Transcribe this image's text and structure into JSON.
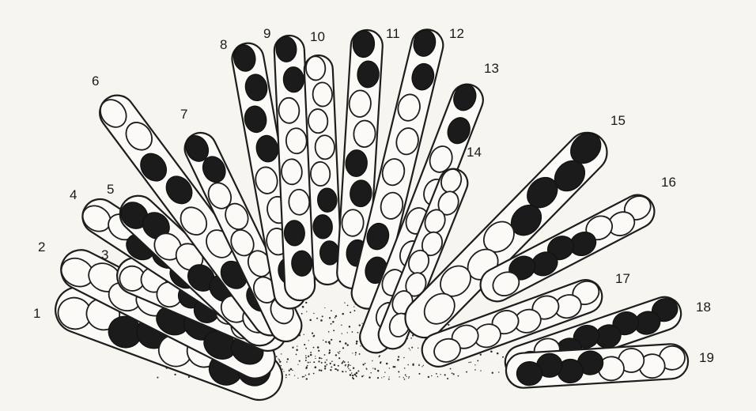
{
  "figure": {
    "ascus_labels": [
      "1",
      "2",
      "3",
      "4",
      "5",
      "6",
      "7",
      "8",
      "9",
      "10",
      "11",
      "12",
      "13",
      "14",
      "15",
      "16",
      "17",
      "18",
      "19"
    ]
  },
  "asci": [
    {
      "label": "1",
      "spores": [
        "l",
        "l",
        "d",
        "d",
        "l",
        "l",
        "d",
        "d"
      ]
    },
    {
      "label": "2",
      "spores": [
        "l",
        "l",
        "l",
        "l",
        "d",
        "d",
        "d",
        "d"
      ]
    },
    {
      "label": "3",
      "spores": [
        "l",
        "l",
        "l",
        "d",
        "d",
        "l",
        "l",
        "d"
      ]
    },
    {
      "label": "4",
      "spores": [
        "l",
        "l",
        "d",
        "d",
        "d",
        "d",
        "l",
        "l"
      ]
    },
    {
      "label": "5",
      "spores": [
        "d",
        "d",
        "l",
        "l",
        "d",
        "d",
        "l",
        "l"
      ]
    },
    {
      "label": "6",
      "spores": [
        "l",
        "l",
        "d",
        "d",
        "l",
        "l",
        "d",
        "d"
      ]
    },
    {
      "label": "7",
      "spores": [
        "d",
        "d",
        "l",
        "l",
        "l",
        "l",
        "l",
        "l"
      ]
    },
    {
      "label": "8",
      "spores": [
        "d",
        "d",
        "d",
        "d",
        "l",
        "l",
        "l",
        "d"
      ]
    },
    {
      "label": "9",
      "spores": [
        "d",
        "d",
        "l",
        "l",
        "l",
        "l",
        "d",
        "d"
      ]
    },
    {
      "label": "10",
      "spores": [
        "l",
        "l",
        "l",
        "l",
        "l",
        "d",
        "d",
        "d"
      ]
    },
    {
      "label": "11",
      "spores": [
        "d",
        "d",
        "l",
        "l",
        "d",
        "d",
        "l",
        "d"
      ]
    },
    {
      "label": "12",
      "spores": [
        "d",
        "d",
        "l",
        "l",
        "l",
        "l",
        "d",
        "d"
      ]
    },
    {
      "label": "13",
      "spores": [
        "d",
        "d",
        "l",
        "l",
        "l",
        "l",
        "l",
        "l"
      ]
    },
    {
      "label": "14",
      "spores": [
        "l",
        "l",
        "l",
        "l",
        "l",
        "l",
        "l",
        "l"
      ]
    },
    {
      "label": "15",
      "spores": [
        "d",
        "d",
        "d",
        "d",
        "l",
        "l",
        "l",
        "l"
      ]
    },
    {
      "label": "16",
      "spores": [
        "l",
        "l",
        "l",
        "d",
        "d",
        "d",
        "d",
        "l"
      ]
    },
    {
      "label": "17",
      "spores": [
        "l",
        "l",
        "l",
        "l",
        "l",
        "l",
        "l",
        "l"
      ]
    },
    {
      "label": "18",
      "spores": [
        "d",
        "d",
        "d",
        "d",
        "d",
        "d",
        "l",
        "l"
      ]
    },
    {
      "label": "19",
      "spores": [
        "l",
        "l",
        "l",
        "l",
        "d",
        "d",
        "d",
        "d"
      ]
    }
  ],
  "colors": {
    "dark_spore": "#1b1b1b",
    "light_spore": "#fbfaf6",
    "outline": "#1d1d1d",
    "background": "#f7f5ef"
  }
}
